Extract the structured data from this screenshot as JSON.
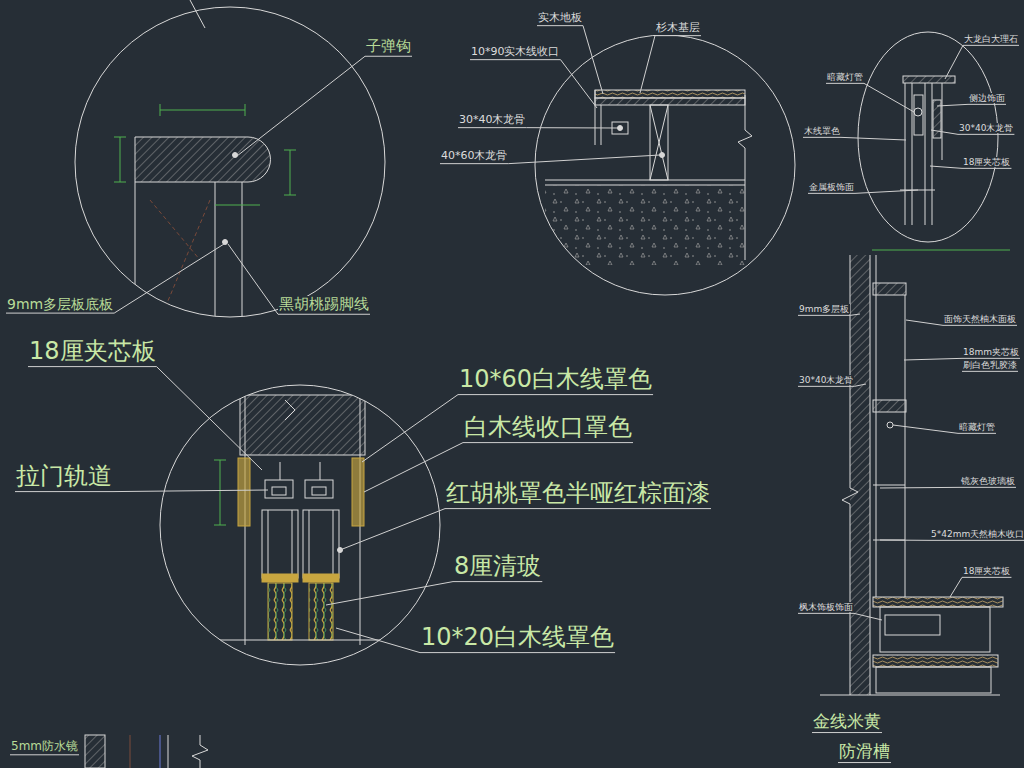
{
  "diagram": {
    "labels": [
      "子弹钩",
      "9mm多层板底板",
      "黑胡桃踢脚线",
      "实木地板",
      "杉木基层",
      "10*90实木线收口",
      "30*40木龙骨",
      "40*60木龙骨",
      "大龙白大理石",
      "暗藏灯管",
      "侧边饰面",
      "30*40木龙骨",
      "18厘夹芯板",
      "木线罩色",
      "金属板饰面",
      "9mm多层板",
      "面饰天然柚木面板",
      "18mm夹芯板",
      "刷白色乳胶漆",
      "30*40木龙骨",
      "暗藏灯管",
      "镜灰色玻璃板",
      "5*42mm天然柚木收口",
      "18厘夹芯板",
      "枫木饰板饰面",
      "18厘夹芯板",
      "10*60白木线罩色",
      "白木线收口罩色",
      "拉门轨道",
      "红胡桃罩色半哑红棕面漆",
      "8厘清玻",
      "10*20白木线罩色",
      "5mm防水镜",
      "金线米黄",
      "防滑槽"
    ]
  }
}
